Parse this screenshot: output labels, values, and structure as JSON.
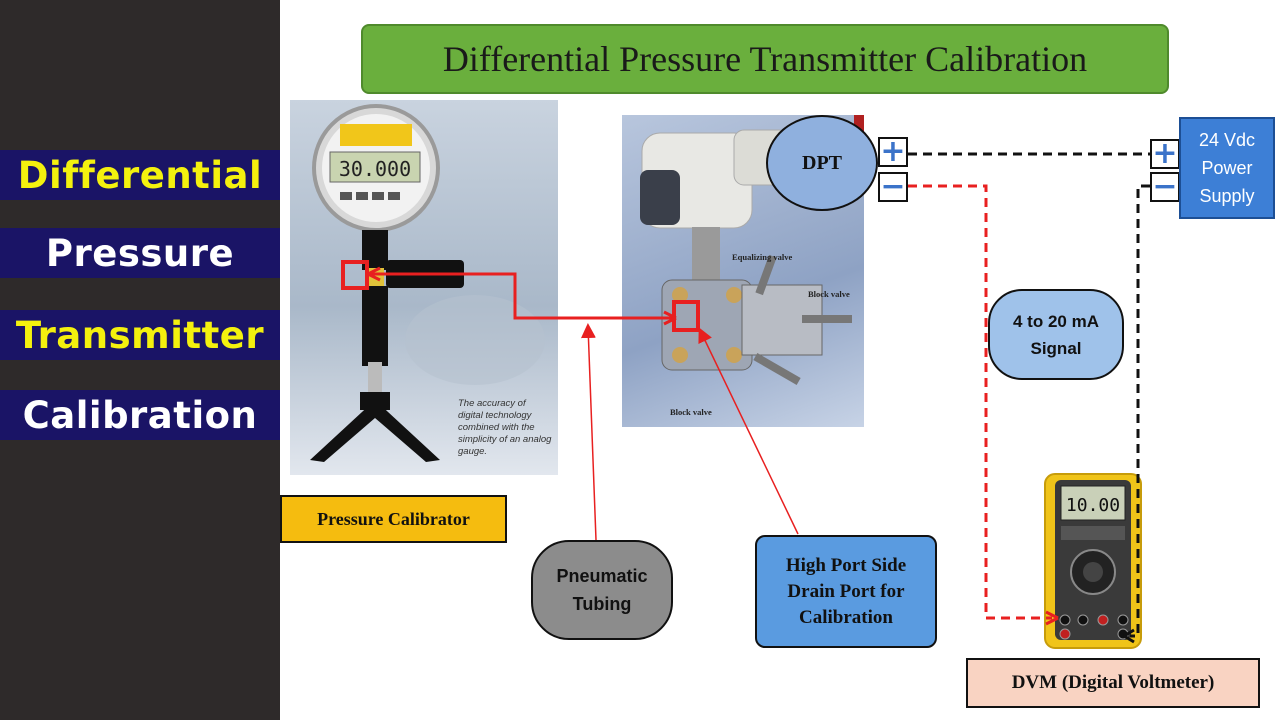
{
  "sidebar": {
    "words": [
      {
        "text": "Differential",
        "color": "#f4f10e"
      },
      {
        "text": "Pressure",
        "color": "#ffffff"
      },
      {
        "text": "Transmitter",
        "color": "#f4f10e"
      },
      {
        "text": "Calibration",
        "color": "#ffffff"
      }
    ]
  },
  "diagram": {
    "title": "Differential Pressure Transmitter Calibration",
    "calibrator_photo": {
      "gauge_reading": "30.000",
      "caption": "The accuracy of digital technology combined with the simplicity of an analog gauge."
    },
    "dpt_photo": {
      "equalizing_valve": "Equalizing valve",
      "block_valve_right": "Block valve",
      "block_valve_bottom": "Block valve"
    },
    "dpt_label": "DPT",
    "plus_symbol": "+",
    "minus_symbol": "−",
    "power_supply": "24 Vdc Power Supply",
    "signal_label": "4 to 20 mA Signal",
    "pressure_calibrator": "Pressure Calibrator",
    "pneumatic_tubing": "Pneumatic Tubing",
    "high_port": "High Port Side Drain Port for Calibration",
    "dvm_reading": "10.00",
    "dvm_label": "DVM (Digital Voltmeter)",
    "colors": {
      "title_fill": "#6aaf3d",
      "dpt_fill": "#8fb0de",
      "power_fill": "#3d7fd6",
      "signal_fill": "#9fc2ea",
      "calibrator_fill": "#f5bc0f",
      "tubing_fill": "#8c8c8c",
      "high_port_fill": "#5a9be0",
      "dvm_fill": "#f9d3c2",
      "red_line": "#e82020",
      "black_line": "#111111"
    }
  }
}
